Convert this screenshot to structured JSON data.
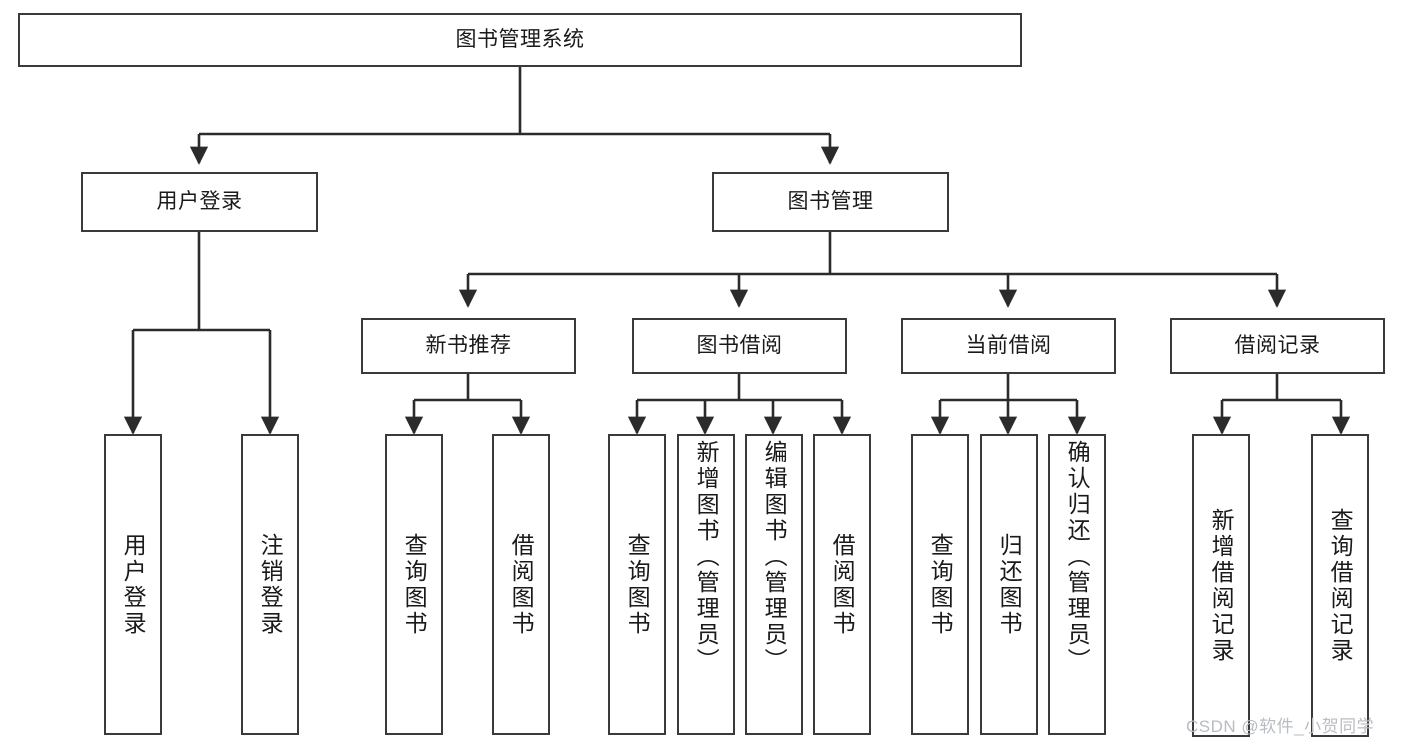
{
  "diagram": {
    "title": "图书管理系统",
    "type": "hierarchy-tree",
    "root": {
      "label": "图书管理系统"
    },
    "level2": [
      {
        "label": "用户登录"
      },
      {
        "label": "图书管理"
      }
    ],
    "level3": [
      {
        "label": "新书推荐"
      },
      {
        "label": "图书借阅"
      },
      {
        "label": "当前借阅"
      },
      {
        "label": "借阅记录"
      }
    ],
    "leaves": [
      {
        "label": "用户登录",
        "parent": "用户登录"
      },
      {
        "label": "注销登录",
        "parent": "用户登录"
      },
      {
        "label": "查询图书",
        "parent": "新书推荐"
      },
      {
        "label": "借阅图书",
        "parent": "新书推荐"
      },
      {
        "label": "查询图书",
        "parent": "图书借阅"
      },
      {
        "label": "新增图书（管理员）",
        "parent": "图书借阅"
      },
      {
        "label": "编辑图书（管理员）",
        "parent": "图书借阅"
      },
      {
        "label": "借阅图书",
        "parent": "图书借阅"
      },
      {
        "label": "查询图书",
        "parent": "当前借阅"
      },
      {
        "label": "归还图书",
        "parent": "当前借阅"
      },
      {
        "label": "确认归还（管理员）",
        "parent": "当前借阅"
      },
      {
        "label": "新增借阅记录",
        "parent": "借阅记录"
      },
      {
        "label": "查询借阅记录",
        "parent": "借阅记录"
      }
    ],
    "colors": {
      "box_border": "#3a3a3a",
      "box_fill": "#ffffff",
      "connector": "#2b2b2b",
      "text": "#1a1a1a",
      "watermark": "#b9bcc2"
    }
  },
  "watermark": {
    "text": "CSDN @软件_小贺同学"
  }
}
